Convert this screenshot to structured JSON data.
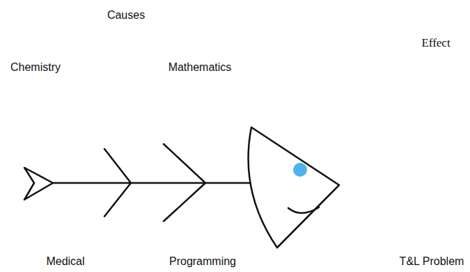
{
  "diagram": {
    "labels": [
      "Causes",
      "Effect",
      "Chemistry",
      "Mathematics",
      "Medical",
      "Programming",
      "T&L Problem"
    ]
  }
}
